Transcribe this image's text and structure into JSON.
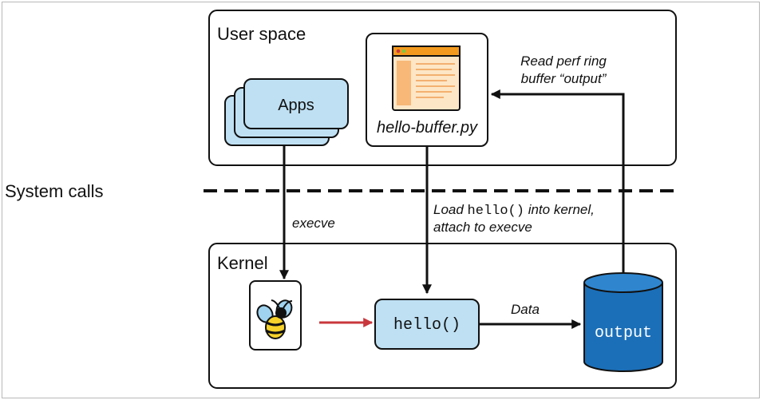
{
  "user_space": {
    "title": "User space"
  },
  "kernel": {
    "title": "Kernel"
  },
  "apps": {
    "label": "Apps"
  },
  "program": {
    "filename": "hello-buffer.py"
  },
  "system_calls": {
    "label": "System calls"
  },
  "edges": {
    "execve": "execve",
    "load_line1_prefix": "Load ",
    "load_line1_code": "hello()",
    "load_line1_suffix": " into kernel,",
    "load_line2": "attach to execve",
    "read_line1": "Read perf ring",
    "read_line2": "buffer “output”",
    "data": "Data"
  },
  "hello_fn": {
    "label": "hello()"
  },
  "output_buffer": {
    "label": "output"
  },
  "colors": {
    "box_fill": "#bfe0f3",
    "cylinder_fill": "#1b6fb8",
    "program_header": "#f39a1e",
    "program_body": "#fde6c6",
    "trigger_arrow": "#c8373c"
  },
  "icons": {
    "program": "browser-window-icon",
    "ebpf": "bee-icon"
  }
}
